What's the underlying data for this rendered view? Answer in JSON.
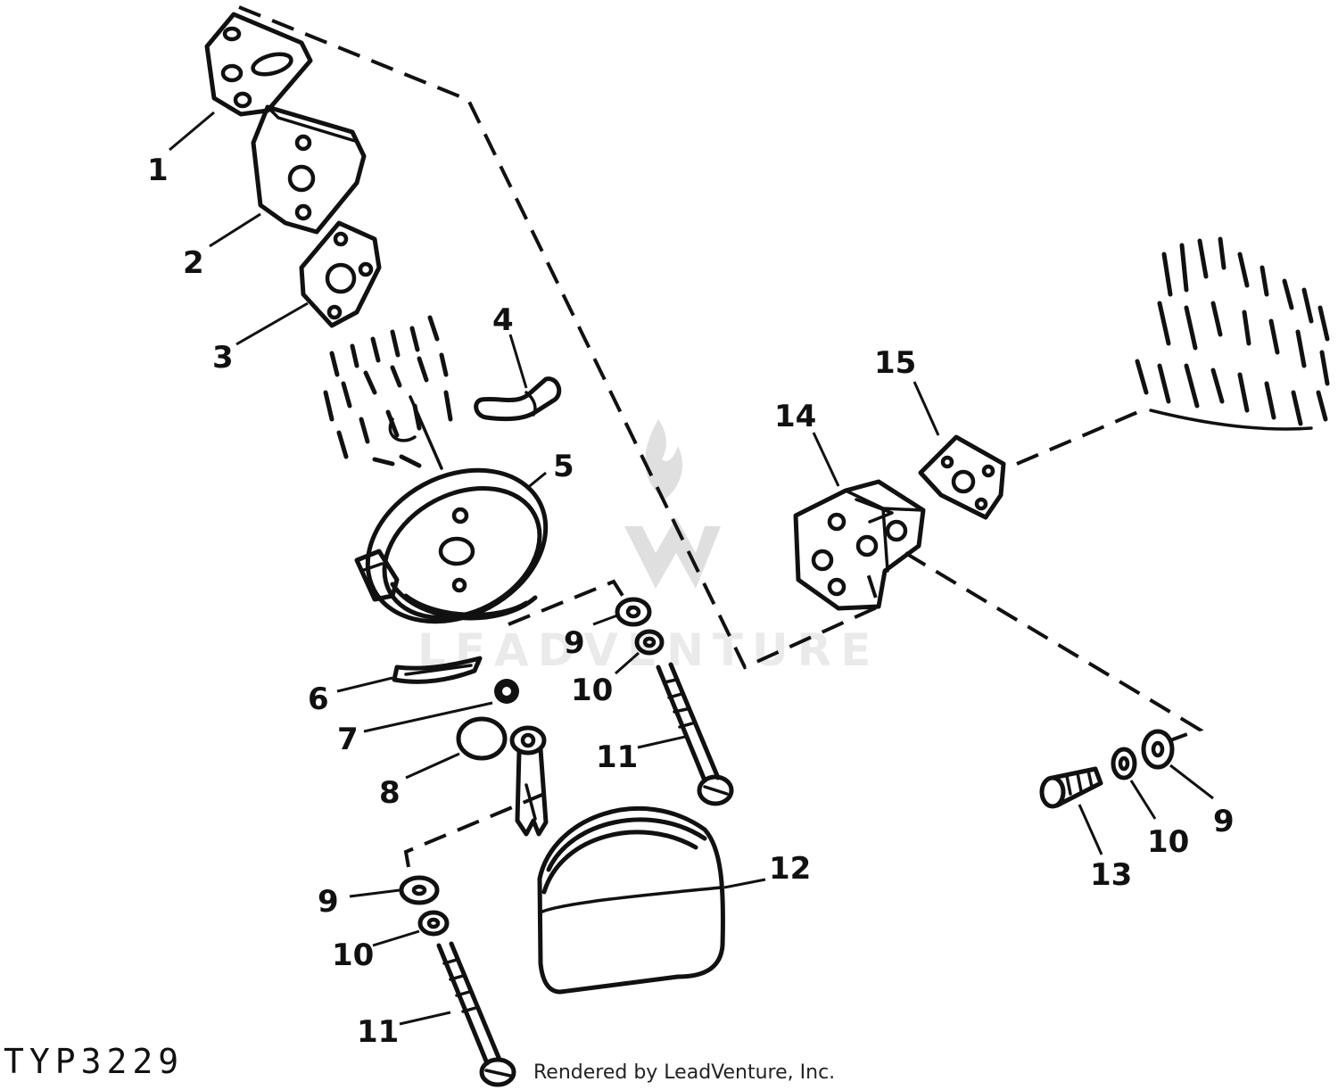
{
  "figure": {
    "drawing_code": "TYP3229",
    "credit": "Rendered by LeadVenture, Inc.",
    "watermark": "LEADVENTURE"
  },
  "callouts": [
    {
      "id": "c1",
      "label": "1"
    },
    {
      "id": "c2",
      "label": "2"
    },
    {
      "id": "c3",
      "label": "3"
    },
    {
      "id": "c4",
      "label": "4"
    },
    {
      "id": "c5",
      "label": "5"
    },
    {
      "id": "c6",
      "label": "6"
    },
    {
      "id": "c7",
      "label": "7"
    },
    {
      "id": "c8",
      "label": "8"
    },
    {
      "id": "c9a",
      "label": "9"
    },
    {
      "id": "c10a",
      "label": "10"
    },
    {
      "id": "c11a",
      "label": "11"
    },
    {
      "id": "c12",
      "label": "12"
    },
    {
      "id": "c9b",
      "label": "9"
    },
    {
      "id": "c10b",
      "label": "10"
    },
    {
      "id": "c11b",
      "label": "11"
    },
    {
      "id": "c14",
      "label": "14"
    },
    {
      "id": "c15",
      "label": "15"
    },
    {
      "id": "c13",
      "label": "13"
    },
    {
      "id": "c10c",
      "label": "10"
    },
    {
      "id": "c9c",
      "label": "9"
    }
  ]
}
